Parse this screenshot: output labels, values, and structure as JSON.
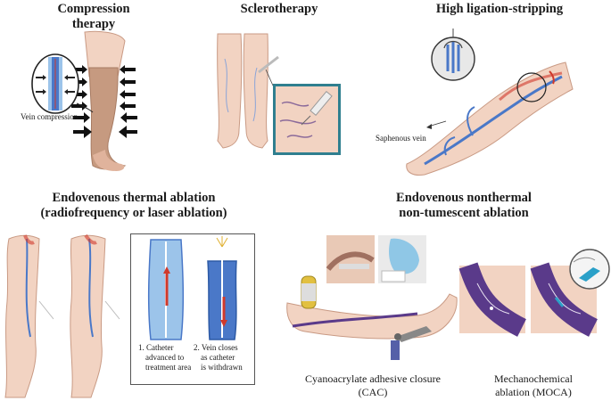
{
  "sections": {
    "compression": {
      "title_line1": "Compression",
      "title_line2": "therapy",
      "label": "Vein compression"
    },
    "sclerotherapy": {
      "title": "Sclerotherapy"
    },
    "ligation": {
      "title": "High ligation-stripping",
      "label": "Saphenous vein"
    },
    "thermal": {
      "title_line1": "Endovenous thermal ablation",
      "title_line2": "(radiofrequency or laser ablation)",
      "step1_line1": "1. Catheter",
      "step1_line2": "advanced to",
      "step1_line3": "treatment area",
      "step2_line1": "2. Vein closes",
      "step2_line2": "as catheter",
      "step2_line3": "is withdrawn"
    },
    "nonthermal": {
      "title_line1": "Endovenous nonthermal",
      "title_line2": "non-tumescent ablation",
      "cac_line1": "Cyanoacrylate adhesive closure",
      "cac_line2": "(CAC)",
      "moca_line1": "Mechanochemical",
      "moca_line2": "ablation (MOCA)"
    }
  },
  "colors": {
    "skin": "#f2d3c2",
    "skin_dark": "#dba88f",
    "vein_blue": "#4a78c8",
    "vein_light": "#9cc4ea",
    "vein_purple": "#5a3a8a",
    "stocking": "#c69a80",
    "red": "#d0392b",
    "teal": "#2f7f8f"
  }
}
